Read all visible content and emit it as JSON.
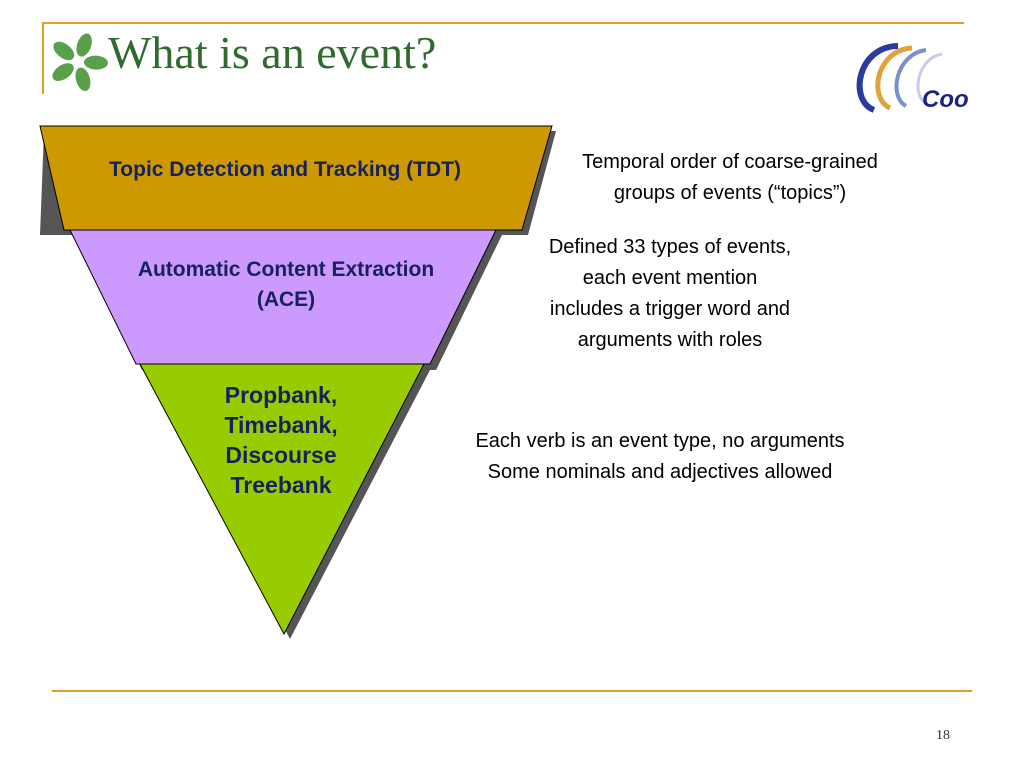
{
  "slide": {
    "title": "What is an event?",
    "page_number": "18",
    "logo_text": "Coo"
  },
  "diagram": {
    "layers": [
      {
        "id": "tdt",
        "label": "Topic Detection and Tracking (TDT)",
        "color": "#cc9900",
        "description": "Temporal order of coarse-grained\ngroups of events (“topics”)"
      },
      {
        "id": "ace",
        "label": "Automatic Content Extraction\n(ACE)",
        "color": "#cc99ff",
        "description": "Defined 33 types of events,\neach event mention\nincludes a trigger word and\narguments with roles"
      },
      {
        "id": "prop",
        "label": "Propbank,\nTimebank,\nDiscourse\nTreebank",
        "color": "#99cc00",
        "description": "Each verb is an event type, no arguments\nSome nominals and adjectives allowed"
      }
    ]
  },
  "colors": {
    "frame": "#d9a520",
    "title": "#2f6b2f",
    "label_text": "#17215a"
  }
}
